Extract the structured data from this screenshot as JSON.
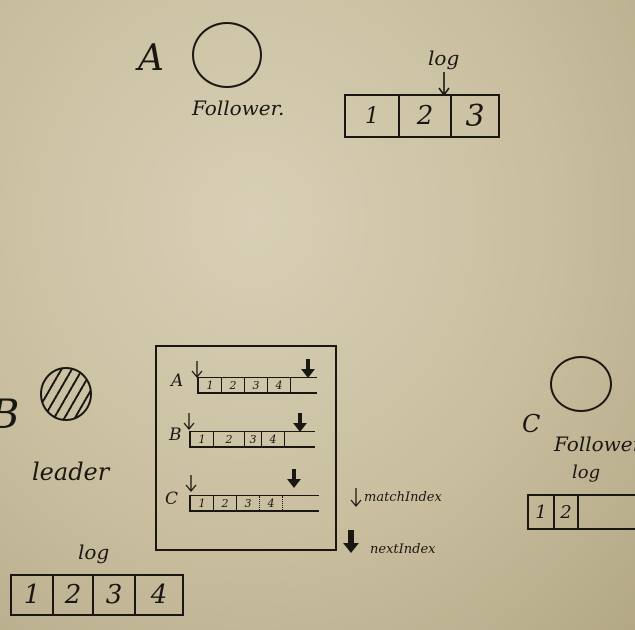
{
  "node_a": {
    "name": "A",
    "role": "Follower.",
    "log_label": "log",
    "log": [
      "1",
      "2",
      "3"
    ]
  },
  "node_b": {
    "name": "B",
    "role": "leader",
    "log_label": "log",
    "log": [
      "1",
      "2",
      "3",
      "4"
    ]
  },
  "node_c": {
    "name": "C",
    "role": "Follower",
    "log_label": "log",
    "log": [
      "1",
      "2",
      ""
    ]
  },
  "panel": {
    "rows": [
      {
        "label": "A",
        "cells": [
          "1",
          "2",
          "3",
          "4"
        ]
      },
      {
        "label": "B",
        "cells": [
          "1",
          "2",
          "3",
          "4"
        ]
      },
      {
        "label": "C",
        "cells": [
          "1",
          "2",
          "3",
          "4"
        ]
      }
    ]
  },
  "legend": {
    "match_index": "matchIndex",
    "next_index": "nextIndex"
  }
}
